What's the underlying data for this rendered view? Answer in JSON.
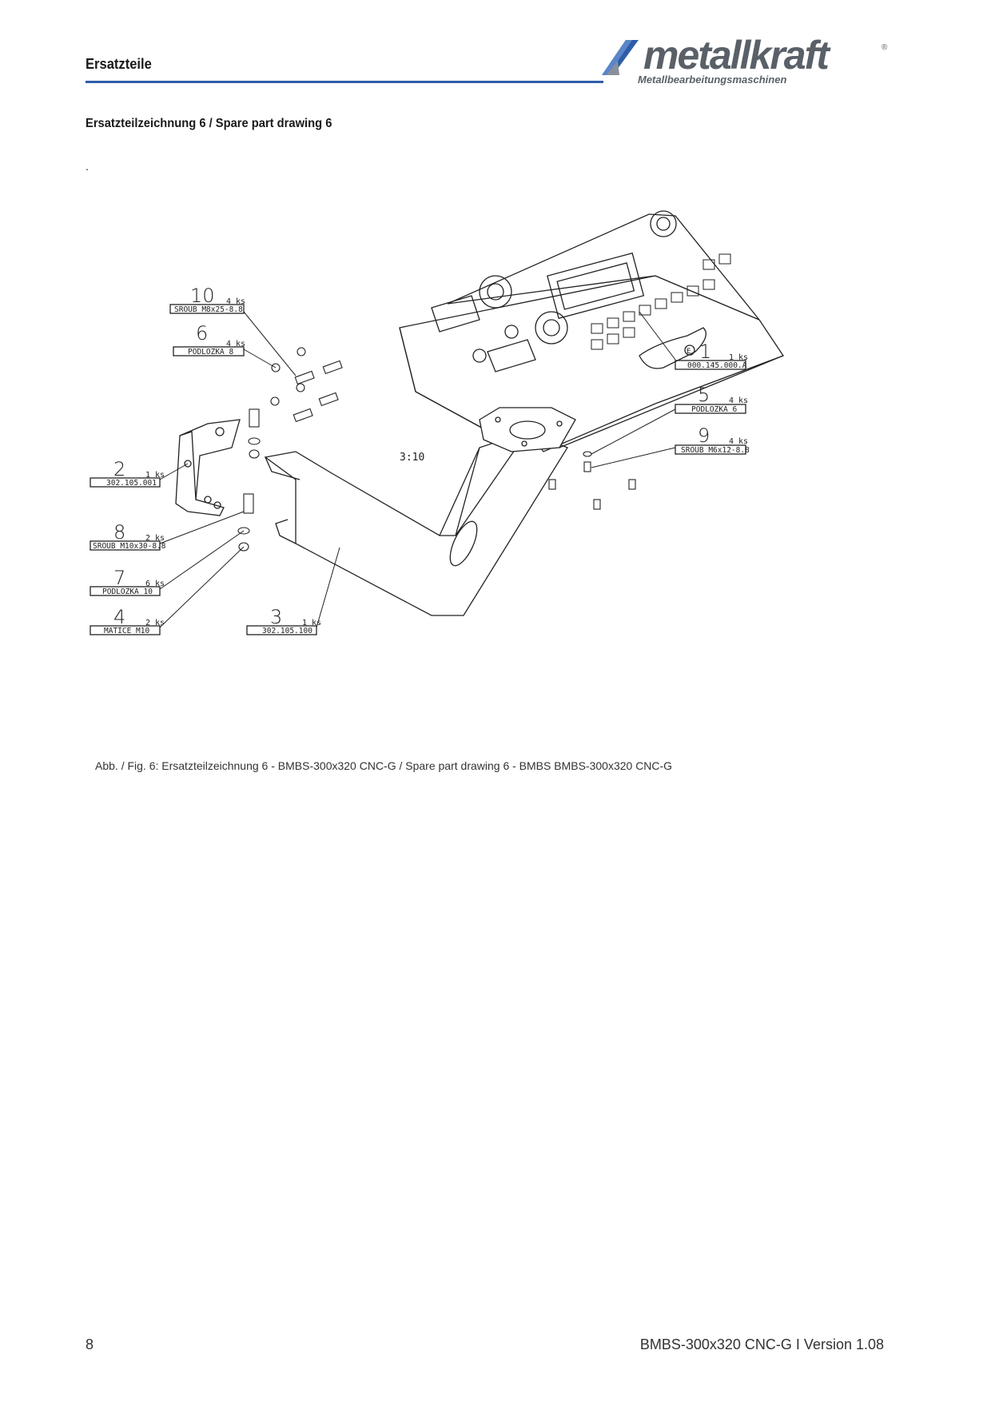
{
  "header": {
    "title": "Ersatzteile",
    "logo_text": "metallkraft",
    "logo_reg": "®",
    "logo_subtitle": "Metallbearbeitungsmaschinen",
    "accent_color": "#2e5da8"
  },
  "section_title": "Ersatzteilzeichnung 6 / Spare part drawing 6",
  "stray_mark": ".",
  "drawing": {
    "scale": "3:10",
    "callouts": [
      {
        "num": "10",
        "qty": "4 ks",
        "label": "SROUB M8x25-8.8"
      },
      {
        "num": "6",
        "qty": "4 ks",
        "label": "PODLOZKA 8"
      },
      {
        "num": "1",
        "qty": "1 ks",
        "label": "000.145.000.A",
        "mark": "E"
      },
      {
        "num": "5",
        "qty": "4 ks",
        "label": "PODLOZKA 6"
      },
      {
        "num": "9",
        "qty": "4 ks",
        "label": "SROUB M6x12-8.8"
      },
      {
        "num": "2",
        "qty": "1 ks",
        "label": "302.105.001"
      },
      {
        "num": "8",
        "qty": "2 ks",
        "label": "SROUB M10x30-8.8"
      },
      {
        "num": "7",
        "qty": "6 ks",
        "label": "PODLOZKA 10"
      },
      {
        "num": "4",
        "qty": "2 ks",
        "label": "MATICE M10"
      },
      {
        "num": "3",
        "qty": "1 ks",
        "label": "302.105.100"
      }
    ]
  },
  "caption": "Abb. / Fig. 6: Ersatzteilzeichnung 6 - BMBS-300x320 CNC-G / Spare part drawing 6 - BMBS BMBS-300x320 CNC-G",
  "footer": {
    "page_number": "8",
    "doc_info": "BMBS-300x320 CNC-G I Version 1.08"
  }
}
